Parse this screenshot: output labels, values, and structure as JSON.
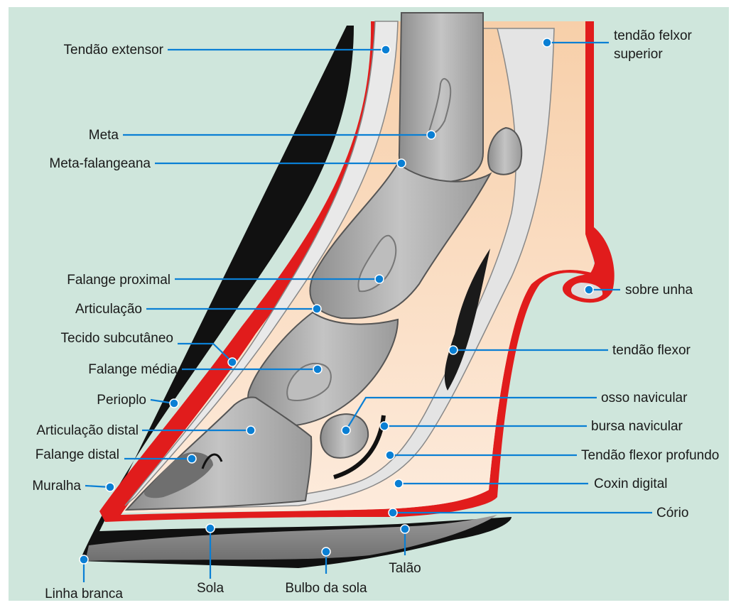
{
  "labels": {
    "tendao_extensor": "Tendão extensor",
    "meta": "Meta",
    "meta_falangeana": "Meta-falangeana",
    "falange_proximal": "Falange proximal",
    "articulacao": "Articulação",
    "tecido_subcutaneo": "Tecido subcutâneo",
    "falange_media": "Falange média",
    "perioplo": "Perioplo",
    "articulacao_distal": "Articulação distal",
    "falange_distal": "Falange distal",
    "muralha": "Muralha",
    "linha_branca": "Linha branca",
    "sola": "Sola",
    "bulbo_da_sola": "Bulbo da sola",
    "talao": "Talão",
    "corio": "Cório",
    "coxin_digital": "Coxin digital",
    "tendao_flexor_profundo": "Tendão flexor profundo",
    "bursa_navicular": "bursa navicular",
    "osso_navicular": "osso navicular",
    "tendao_flexor": "tendão flexor",
    "sobre_unha": "sobre unha",
    "tendao_felxor_superior_1": "tendão felxor",
    "tendao_felxor_superior_2": "superior"
  },
  "colors": {
    "background": "#cfe6dc",
    "leader": "#0a7fd4",
    "skin_outer": "#e11c1c",
    "hoof_black": "#111111",
    "flesh": "#f7d2b0",
    "bone": "#a8a8a8",
    "tendon": "#e6e6e6"
  }
}
